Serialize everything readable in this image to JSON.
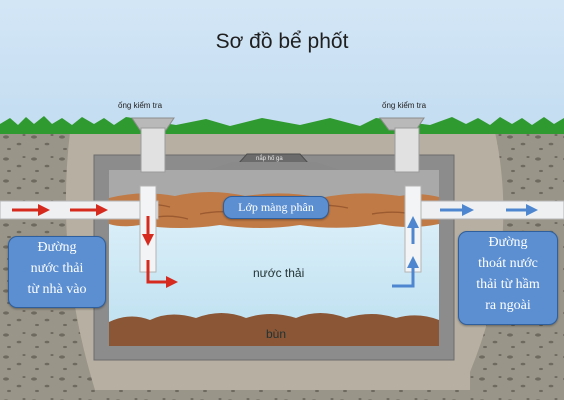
{
  "title": "Sơ đồ bể phốt",
  "labels": {
    "inspection_pipe_left": "ống kiểm tra",
    "inspection_pipe_right": "ống kiểm tra",
    "manhole_cover": "nắp hố ga",
    "scum_layer": "Lớp màng phân",
    "wastewater": "nước thải",
    "sludge": "bùn",
    "inflow_box": [
      "Đường",
      "nước thải",
      "từ nhà vào"
    ],
    "outflow_box": [
      "Đường",
      "thoát nước",
      "thải từ hầm",
      "ra ngoài"
    ]
  },
  "colors": {
    "sky": "#cfe4f5",
    "grass": "#2f9a2f",
    "soil": "#9a9589",
    "tank_wall": "#8c8c8c",
    "scum": "#c07a46",
    "water": "#cde7f3",
    "sludge": "#8a5636",
    "inflow_arrow": "#d62a1f",
    "outflow_arrow": "#4e86cf",
    "label_box": "#5b8fd1"
  }
}
